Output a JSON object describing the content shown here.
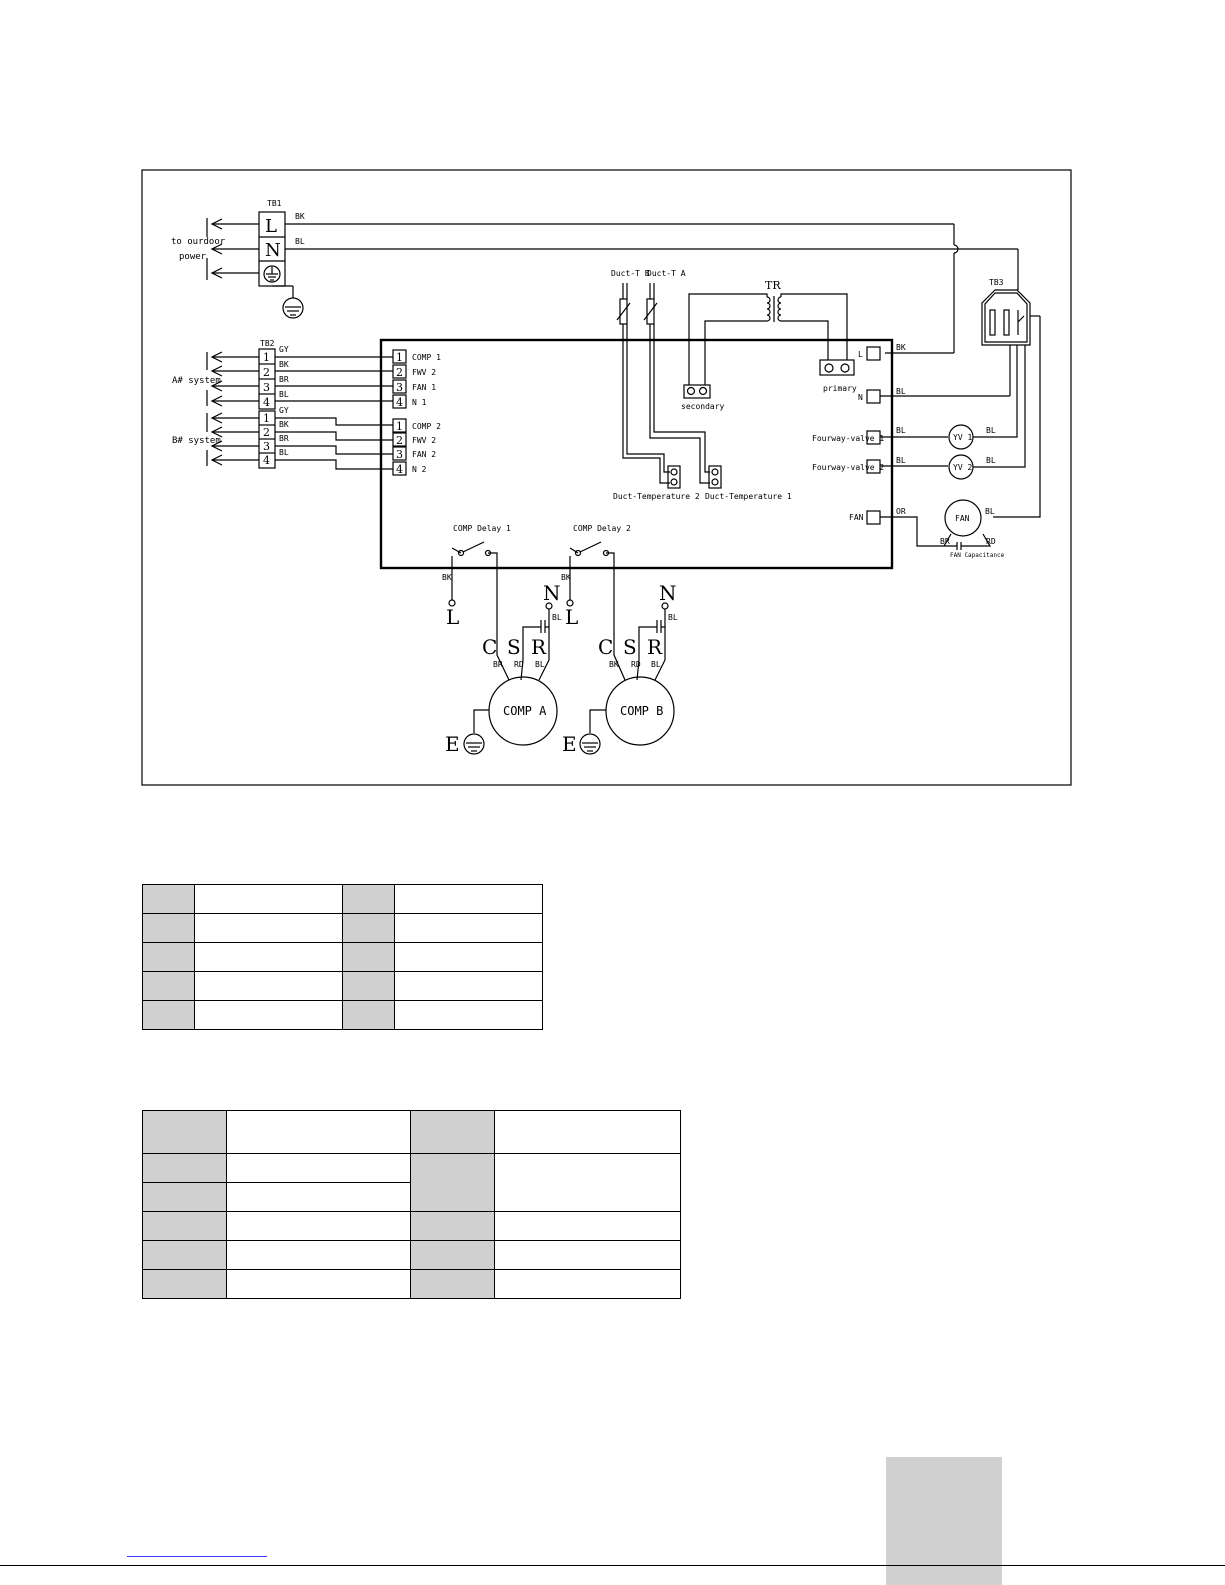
{
  "diagram": {
    "tb1": {
      "label": "TB1",
      "l": "L",
      "n": "N",
      "note_line1": "to ourdoor",
      "note_line2": "power",
      "wire_l": "BK",
      "wire_n": "BL"
    },
    "tb2": {
      "label": "TB2",
      "a_system": "A# system",
      "b_system": "B# system",
      "a_rows": [
        {
          "num": "1",
          "wire": "GY",
          "port_num": "1",
          "port": "COMP 1"
        },
        {
          "num": "2",
          "wire": "BK",
          "port_num": "2",
          "port": "FWV 2"
        },
        {
          "num": "3",
          "wire": "BR",
          "port_num": "3",
          "port": "FAN 1"
        },
        {
          "num": "4",
          "wire": "BL",
          "port_num": "4",
          "port": "N 1"
        }
      ],
      "b_rows": [
        {
          "num": "1",
          "wire": "GY",
          "port_num": "1",
          "port": "COMP 2"
        },
        {
          "num": "2",
          "wire": "BK",
          "port_num": "2",
          "port": "FWV 2"
        },
        {
          "num": "3",
          "wire": "BR",
          "port_num": "3",
          "port": "FAN 2"
        },
        {
          "num": "4",
          "wire": "BL",
          "port_num": "4",
          "port": "N 2"
        }
      ]
    },
    "sensors": {
      "duct_b": "Duct-T B",
      "duct_a": "Duct-T A",
      "temp2": "Duct-Temperature 2",
      "temp1": "Duct-Temperature 1"
    },
    "transformer": {
      "label": "TR",
      "secondary": "secondary",
      "primary": "primary"
    },
    "board_right": {
      "l": "L",
      "n": "N",
      "fv1": "Fourway-valve 1",
      "fv2": "Fourway-valve 2",
      "fan": "FAN",
      "wire_l": "BK",
      "wire_n": "BL",
      "wire_fv1": "BL",
      "wire_fv2": "BL",
      "wire_fan": "OR",
      "yv1": "YV 1",
      "yv2": "YV 2",
      "wire_yv1": "BL",
      "wire_yv2": "BL"
    },
    "tb3": {
      "label": "TB3"
    },
    "fan_motor": {
      "label": "FAN",
      "wire": "BL",
      "cap": "FAN Capacitance",
      "left_wire": "BR",
      "right_wire": "RD"
    },
    "relays": {
      "delay1": "COMP Delay 1",
      "delay2": "COMP Delay 2",
      "wire1": "BK",
      "wire2": "BK"
    },
    "comp_a": {
      "label": "COMP A",
      "l": "L",
      "n": "N",
      "c": "C",
      "s": "S",
      "r": "R",
      "e": "E",
      "wire_n": "BL",
      "wire_c": "BR",
      "wire_s": "RD",
      "wire_r": "BL"
    },
    "comp_b": {
      "label": "COMP B",
      "l": "L",
      "n": "N",
      "c": "C",
      "s": "S",
      "r": "R",
      "e": "E",
      "wire_n": "BL",
      "wire_c": "BK",
      "wire_s": "RD",
      "wire_r": "BL"
    }
  }
}
